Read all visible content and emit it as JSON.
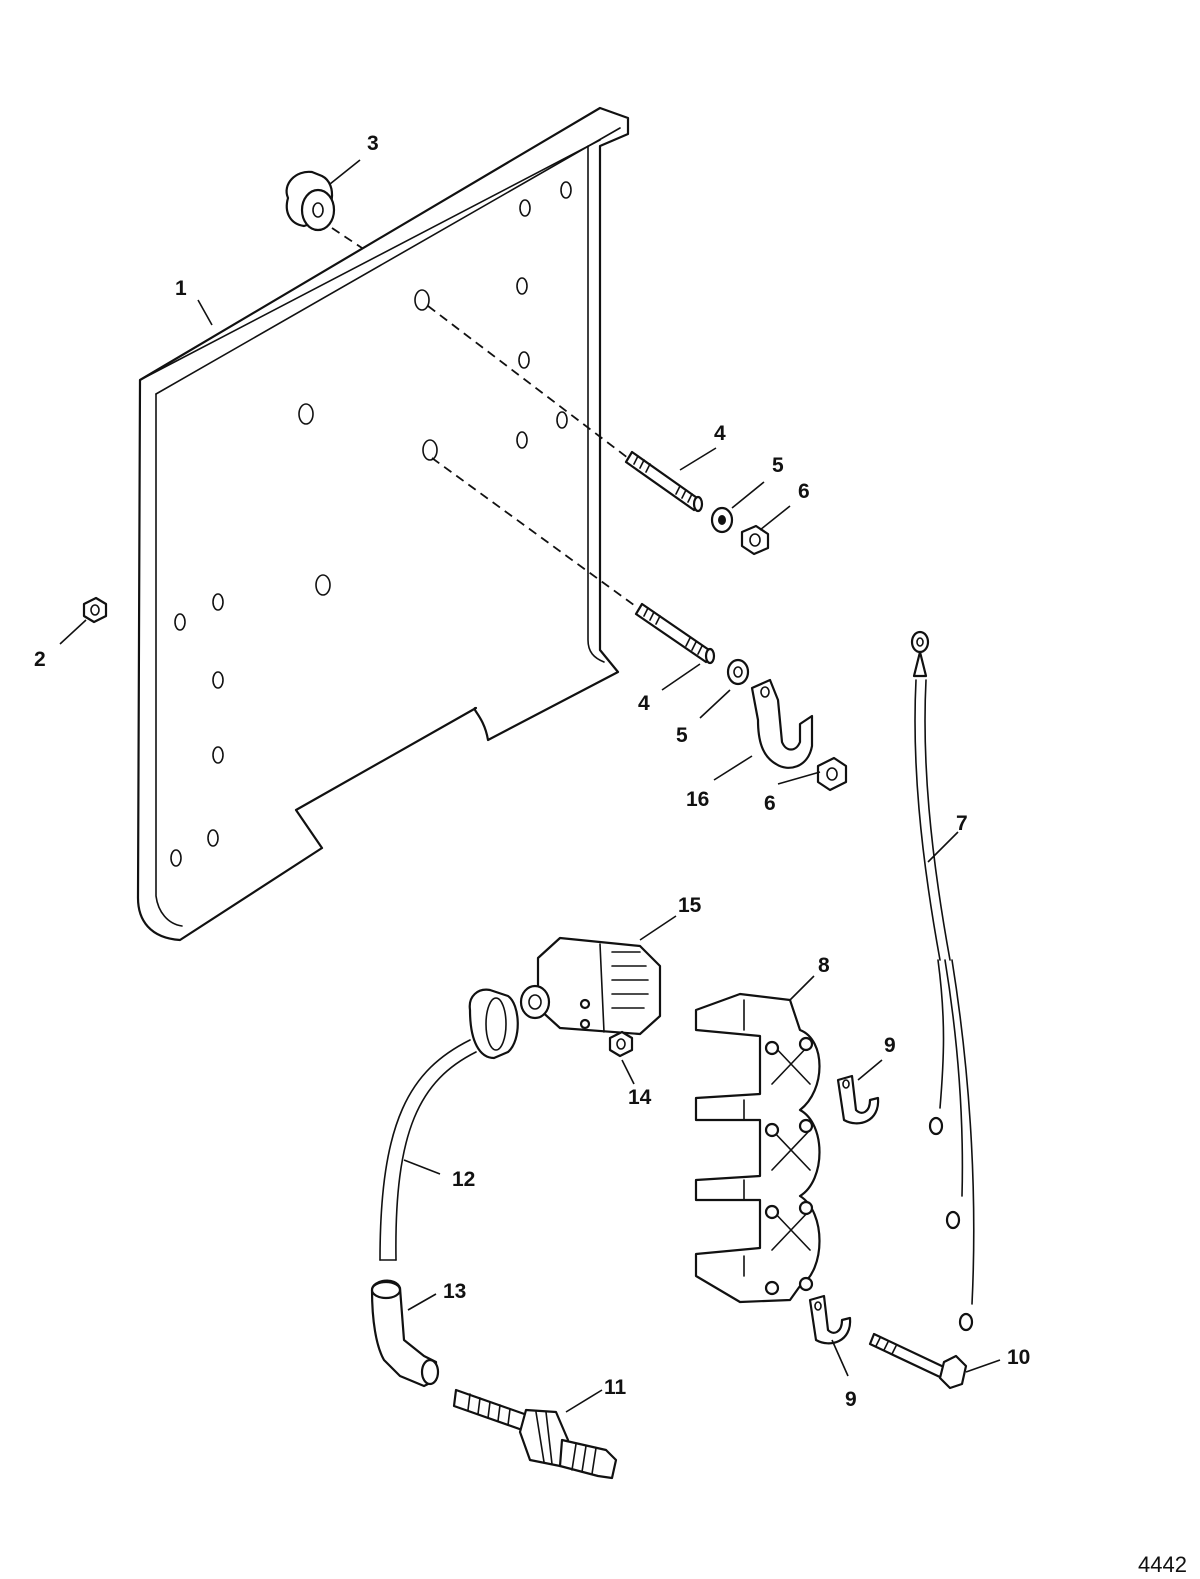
{
  "figure_number": "4442",
  "callouts": {
    "c1": "1",
    "c2": "2",
    "c3": "3",
    "c4a": "4",
    "c4b": "4",
    "c5a": "5",
    "c5b": "5",
    "c6a": "6",
    "c6b": "6",
    "c7": "7",
    "c8": "8",
    "c9a": "9",
    "c9b": "9",
    "c10": "10",
    "c11": "11",
    "c12": "12",
    "c13": "13",
    "c14": "14",
    "c15": "15",
    "c16": "16"
  }
}
